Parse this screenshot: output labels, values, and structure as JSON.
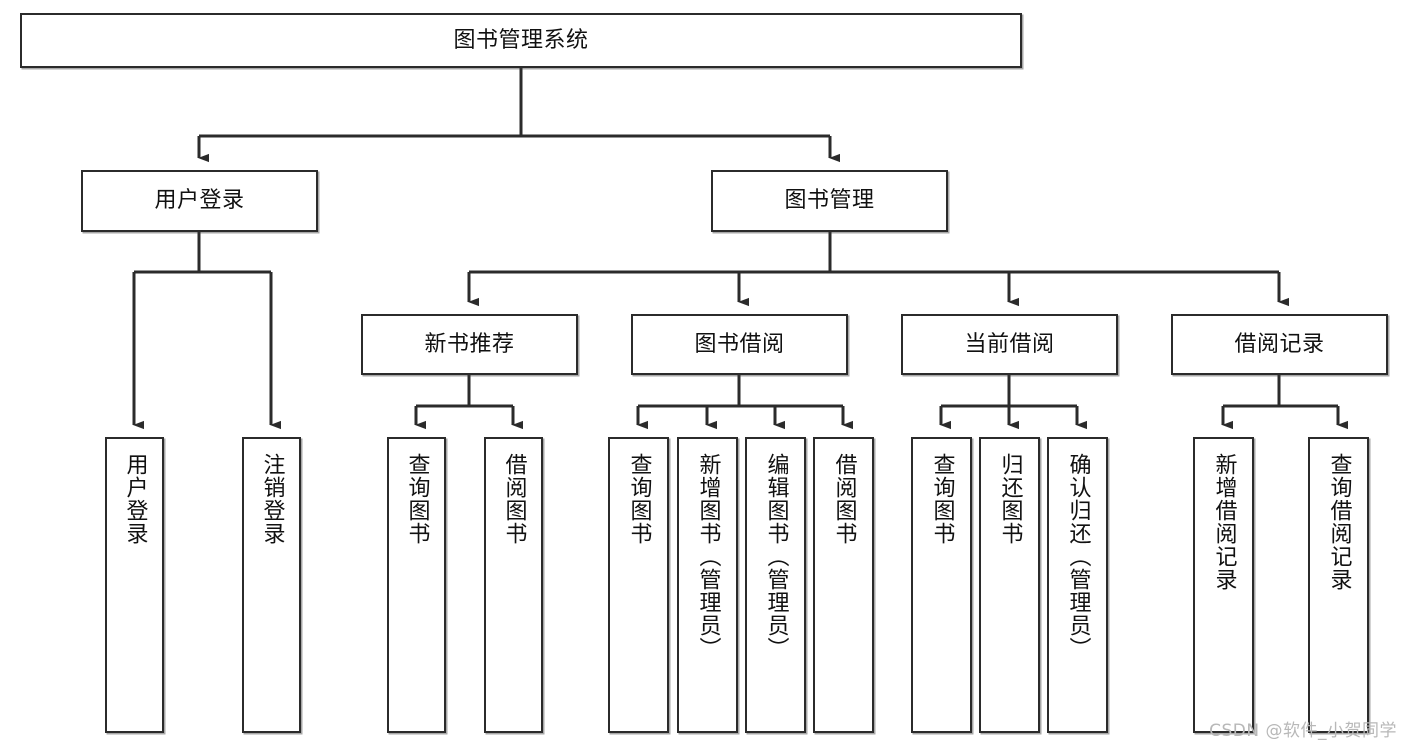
{
  "diagram": {
    "title": "图书管理系统",
    "type": "tree-hierarchy",
    "watermark": "CSDN @软件_小贺同学",
    "line_color": "#2b2b2b",
    "box_fill": "#ffffff",
    "text_color": "#111111",
    "watermark_color": "#b8b8b8"
  },
  "nodes": {
    "root": {
      "label": "图书管理系统"
    },
    "level2": [
      {
        "id": "user-login",
        "label": "用户登录"
      },
      {
        "id": "book-management",
        "label": "图书管理"
      }
    ],
    "level3": [
      {
        "id": "new-book-recommend",
        "label": "新书推荐"
      },
      {
        "id": "book-borrow",
        "label": "图书借阅"
      },
      {
        "id": "current-borrow",
        "label": "当前借阅"
      },
      {
        "id": "borrow-record",
        "label": "借阅记录"
      }
    ],
    "leaves": {
      "user_login": [
        {
          "id": "leaf-user-login",
          "label": "用户登录"
        },
        {
          "id": "leaf-logout-login",
          "label": "注销登录"
        }
      ],
      "new_book_recommend": [
        {
          "id": "leaf-query-book-1",
          "label": "查询图书"
        },
        {
          "id": "leaf-borrow-book-1",
          "label": "借阅图书"
        }
      ],
      "book_borrow": [
        {
          "id": "leaf-query-book-2",
          "label": "查询图书"
        },
        {
          "id": "leaf-add-book",
          "label": "新增图书（管理员）"
        },
        {
          "id": "leaf-edit-book",
          "label": "编辑图书（管理员）"
        },
        {
          "id": "leaf-borrow-book-2",
          "label": "借阅图书"
        }
      ],
      "current_borrow": [
        {
          "id": "leaf-query-book-3",
          "label": "查询图书"
        },
        {
          "id": "leaf-return-book",
          "label": "归还图书"
        },
        {
          "id": "leaf-confirm-return",
          "label": "确认归还（管理员）"
        }
      ],
      "borrow_record": [
        {
          "id": "leaf-add-record",
          "label": "新增借阅记录"
        },
        {
          "id": "leaf-query-record",
          "label": "查询借阅记录"
        }
      ]
    }
  }
}
